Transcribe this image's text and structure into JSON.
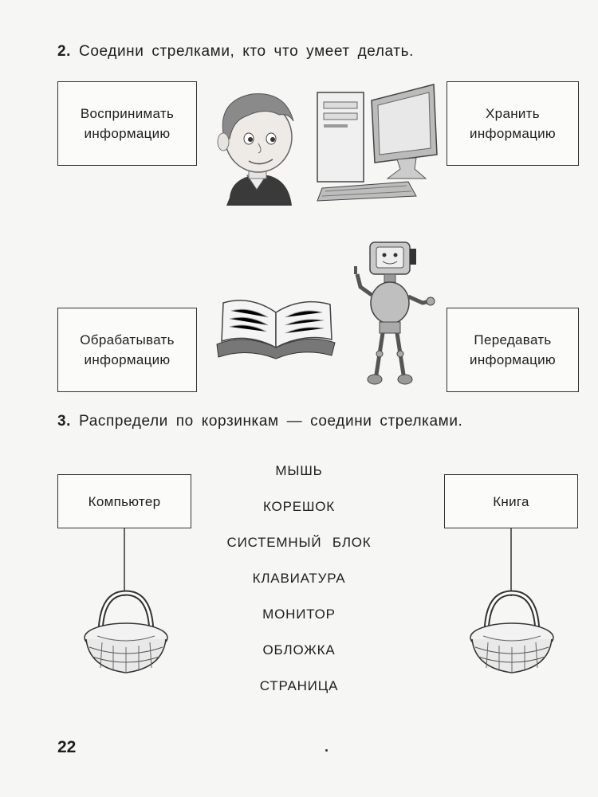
{
  "task2": {
    "number": "2.",
    "text": "Соедини стрелками, кто что умеет делать.",
    "boxes": {
      "perceive": "Воспринимать информацию",
      "store": "Хранить информацию",
      "process": "Обрабатывать информацию",
      "transmit": "Передавать информацию"
    }
  },
  "task3": {
    "number": "3.",
    "text": "Распредели по корзинкам — соедини стрелками.",
    "baskets": {
      "left": "Компьютер",
      "right": "Книга"
    },
    "words": [
      "МЫШЬ",
      "КОРЕШОК",
      "СИСТЕМНЫЙ БЛОК",
      "КЛАВИАТУРА",
      "МОНИТОР",
      "ОБЛОЖКА",
      "СТРАНИЦА"
    ]
  },
  "page_number": "22"
}
